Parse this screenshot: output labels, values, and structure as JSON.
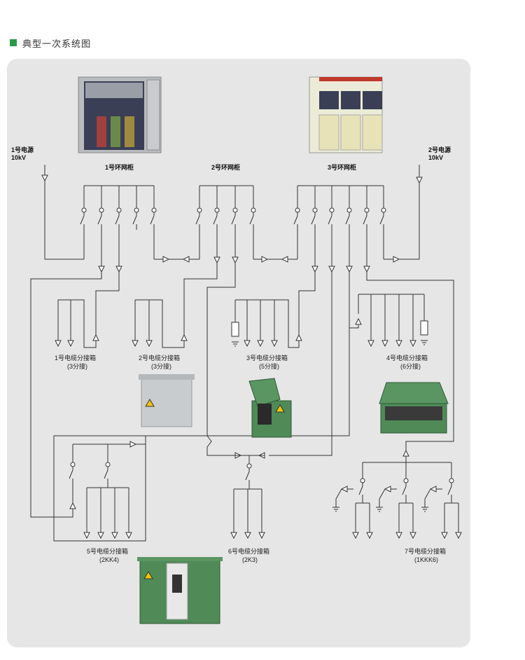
{
  "header": {
    "title": "典型一次系统图"
  },
  "sources": [
    {
      "name": "1号电源",
      "voltage": "10kV"
    },
    {
      "name": "2号电源",
      "voltage": "10kV"
    }
  ],
  "ring_units": [
    {
      "label": "1号环网柜"
    },
    {
      "label": "2号环网柜"
    },
    {
      "label": "3号环网柜"
    }
  ],
  "boxes": [
    {
      "name": "1号电缆分接箱",
      "spec": "(3分接)"
    },
    {
      "name": "2号电缆分接箱",
      "spec": "(3分接)"
    },
    {
      "name": "3号电缆分接箱",
      "spec": "(5分接)"
    },
    {
      "name": "4号电缆分接箱",
      "spec": "(6分接)"
    },
    {
      "name": "5号电缆分接箱",
      "spec": "(2KK4)"
    },
    {
      "name": "6号电缆分接箱",
      "spec": "(2K3)"
    },
    {
      "name": "7号电缆分接箱",
      "spec": "(1KKK6)"
    }
  ],
  "colors": {
    "accent": "#2a9a4a",
    "panel": "#e6e6e6",
    "line": "#333333",
    "cabinet_green": "#4f8a57"
  }
}
